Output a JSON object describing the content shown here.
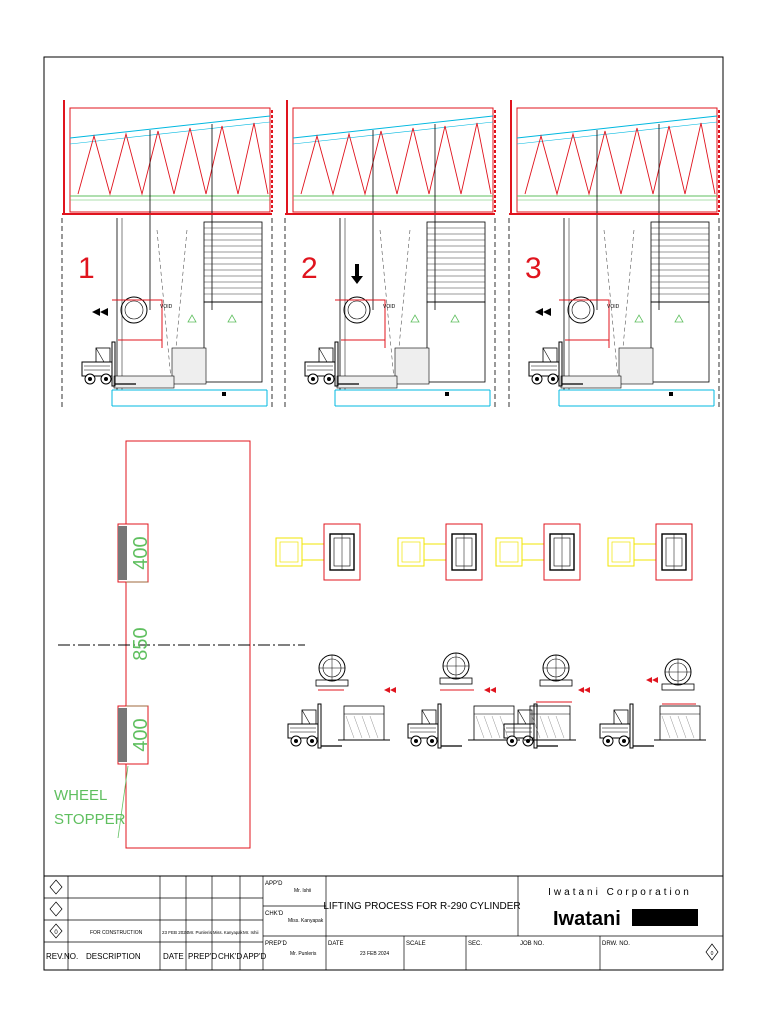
{
  "panels": [
    {
      "number": "1",
      "void_label": "VOID"
    },
    {
      "number": "2",
      "void_label": "VOID"
    },
    {
      "number": "3",
      "void_label": "VOID"
    }
  ],
  "stopper": {
    "dim_top": "400",
    "dim_mid": "850",
    "dim_bottom": "400",
    "label_line1": "WHEEL",
    "label_line2": "STOPPER"
  },
  "colors": {
    "red": "#e0141e",
    "cyan": "#00b8e0",
    "green": "#5fbf5f",
    "yellow": "#f2e600",
    "black": "#000000",
    "grey": "#666666"
  },
  "title_block": {
    "appd_label": "APP'D",
    "appd_name": "Mr. Ishii",
    "chkd_label": "CHK'D",
    "chkd_name": "Miss. Kanyapak",
    "prepd_label": "PREP'D",
    "prepd_name": "Mr. Punleris",
    "date_label": "DATE",
    "date_value": "23 FEB 2024",
    "scale_label": "SCALE",
    "sec_label": "SEC.",
    "job_label": "JOB NO.",
    "drw_label": "DRW. NO.",
    "drawing_title": "LIFTING PROCESS FOR R-290 CYLINDER",
    "company_name": "Iwatani Corporation",
    "logo_text": "Iwatani",
    "revision_row": {
      "rev": "0",
      "description": "FOR CONSTRUCTION",
      "date": "23 FEB 2024",
      "prepd": "Mr. Punleris",
      "chkd": "Miss. Kanyapak",
      "appd": "Mr. Ishii"
    },
    "headers": {
      "rev_no": "REV.NO.",
      "description": "DESCRIPTION",
      "date": "DATE",
      "prepd": "PREP'D",
      "chkd": "CHK'D",
      "appd": "APP'D"
    }
  }
}
